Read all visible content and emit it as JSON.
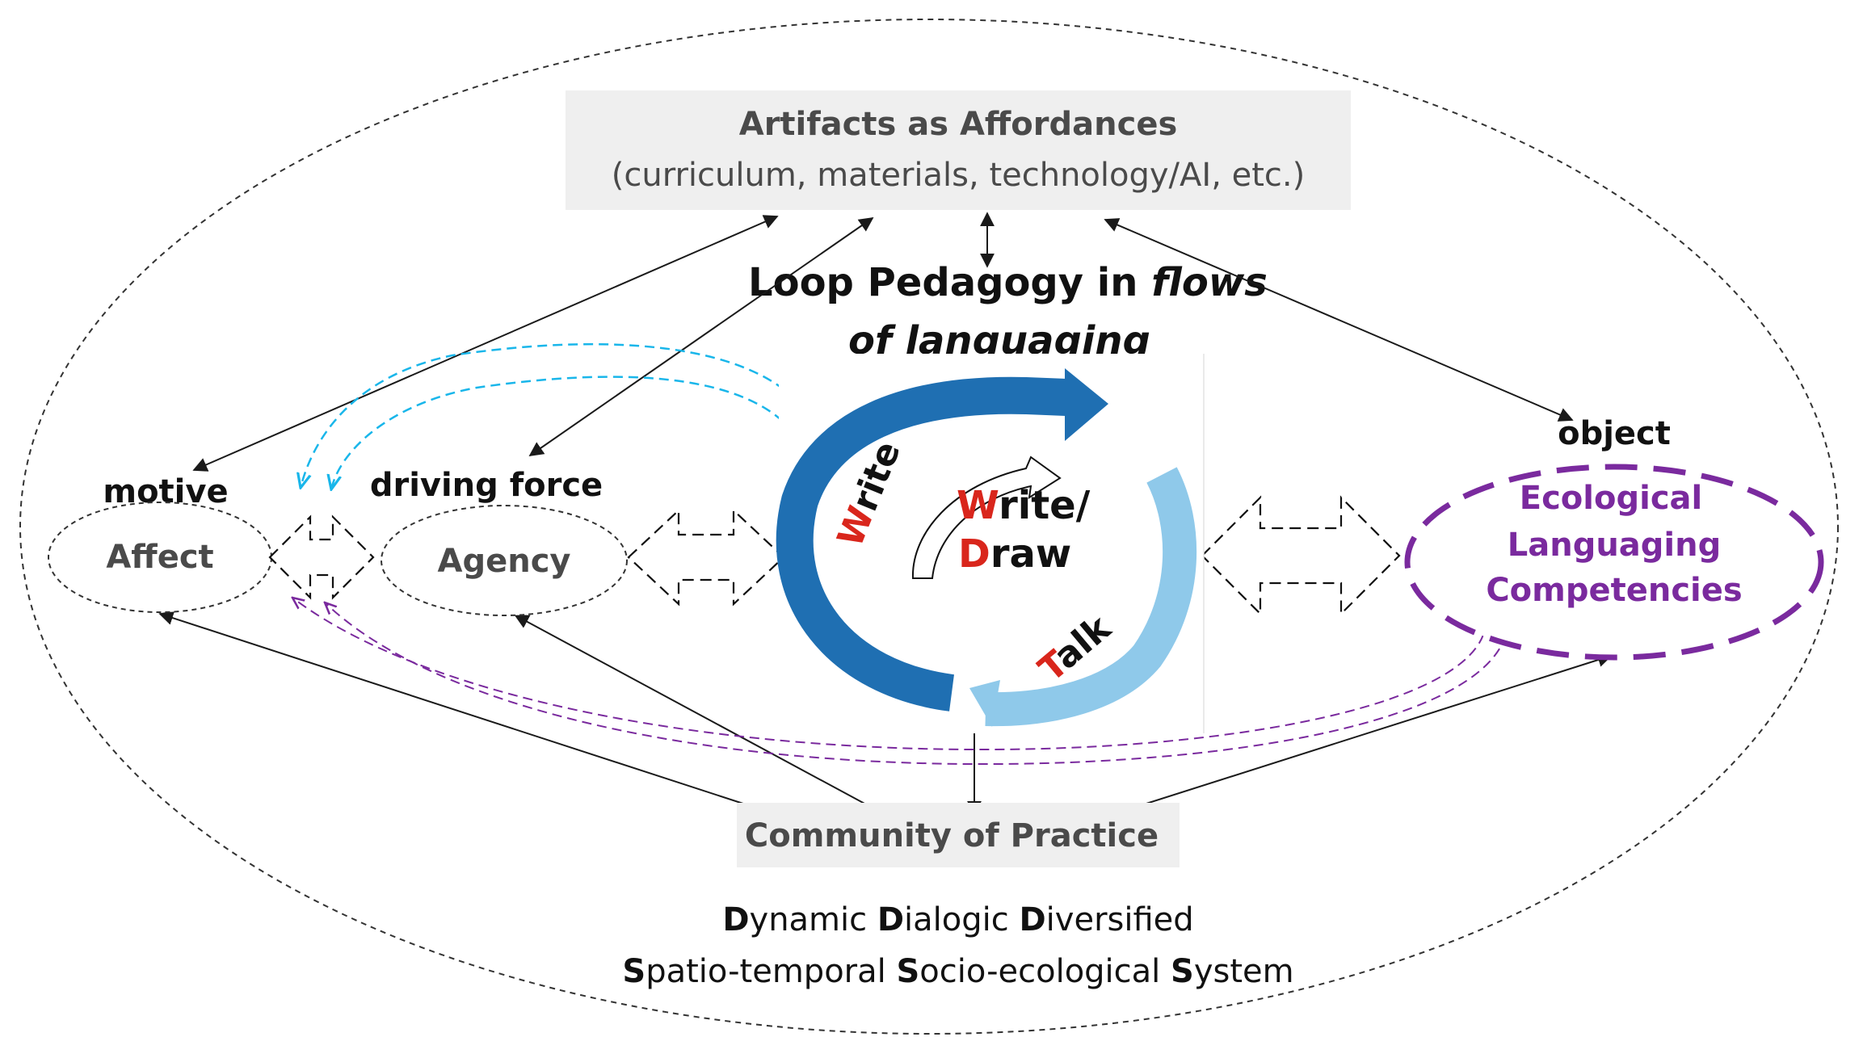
{
  "artifacts": {
    "title": "Artifacts as Affordances",
    "subtitle": "(curriculum, materials, technology/AI, etc.)"
  },
  "loop_title": {
    "prefix": "Loop Pedagogy in ",
    "italic_1": "flows",
    "italic_2": "of languaging"
  },
  "nodes": {
    "motive": {
      "label": "motive",
      "ellipse": "Affect"
    },
    "driving_force": {
      "label": "driving force",
      "ellipse": "Agency"
    },
    "object": {
      "label": "object",
      "lines": [
        "Ecological",
        "Languaging",
        "Competencies"
      ]
    }
  },
  "loop": {
    "outer_write": {
      "first": "W",
      "rest": "rite"
    },
    "inner_write": {
      "first": "W",
      "rest": "rite/"
    },
    "inner_draw": {
      "first": "D",
      "rest": "raw"
    },
    "talk": {
      "first": "T",
      "rest": "alk"
    }
  },
  "community": {
    "label": "Community of Practice"
  },
  "system": {
    "line1": [
      {
        "initial": "D",
        "rest": "ynamic "
      },
      {
        "initial": "D",
        "rest": "ialogic "
      },
      {
        "initial": "D",
        "rest": "iversified"
      }
    ],
    "line2": [
      {
        "initial": "S",
        "rest": "patio-temporal "
      },
      {
        "initial": "S",
        "rest": "ocio-ecological "
      },
      {
        "initial": "S",
        "rest": "ystem"
      }
    ]
  },
  "colors": {
    "ink": "#1a1a1a",
    "box_fill": "#efefef",
    "purple": "#7a2a9e",
    "cyan": "#19b6ea",
    "loop_dark_blue": "#1f6fb2",
    "loop_light_blue": "#8fc9ea",
    "loop_red": "#d9261c",
    "node_text": "#4a4a4a"
  }
}
